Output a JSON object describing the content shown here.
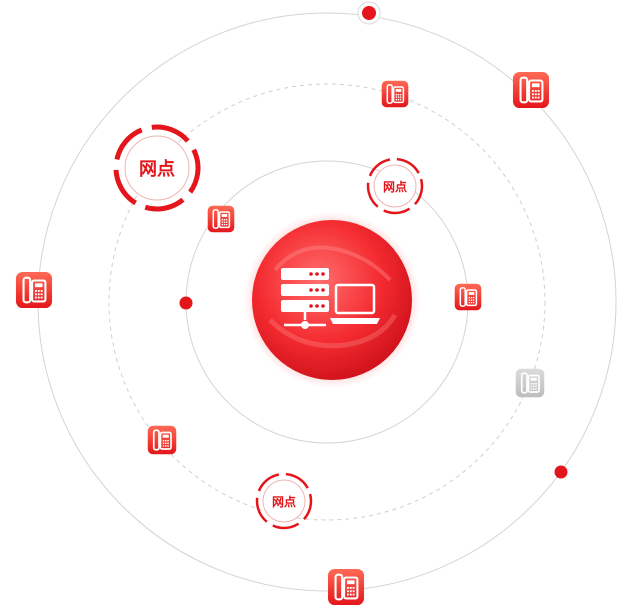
{
  "nodes": {
    "large_label": "网点",
    "medium_label": "网点",
    "small_label": "网点"
  },
  "colors": {
    "accent": "#e4161b",
    "phone_gradient_top": "#ff5a4a",
    "phone_gradient_bottom": "#e4161b",
    "phone_disabled": "#c9c9c9",
    "orbit_line": "#d2d2d2",
    "hub_center": "#ff4a4a",
    "hub_edge": "#d7101b"
  },
  "icons": {
    "hub": "server-laptop-icon",
    "phone": "desk-phone-icon",
    "marker": "red-dot-marker"
  }
}
